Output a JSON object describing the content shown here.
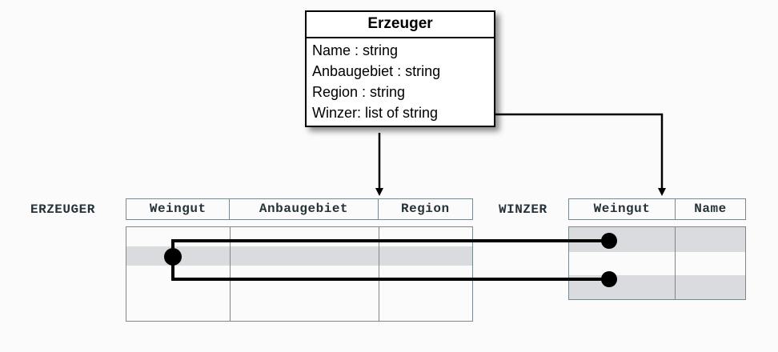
{
  "diagram": {
    "type": "uml-to-relational-mapping",
    "uml_class": {
      "name": "Erzeuger",
      "attributes": [
        "Name : string",
        "Anbaugebiet : string",
        "Region : string",
        "Winzer: list of string"
      ]
    },
    "tables": [
      {
        "label": "ERZEUGER",
        "columns": [
          "Weingut",
          "Anbaugebiet",
          "Region"
        ],
        "row_count": 4,
        "highlighted_rows": [
          2
        ]
      },
      {
        "label": "WINZER",
        "columns": [
          "Weingut",
          "Name"
        ],
        "row_count": 3,
        "highlighted_rows": [
          1,
          3
        ]
      }
    ],
    "connectors": {
      "class_to_erzeuger": "arrow",
      "class_to_winzer": "arrow",
      "value_links": "one-to-many"
    },
    "colors": {
      "background": "#fbfbfb",
      "table_border": "#78898e",
      "row_highlight": "#d9dbdf",
      "text": "#263238",
      "line": "#000000"
    }
  }
}
